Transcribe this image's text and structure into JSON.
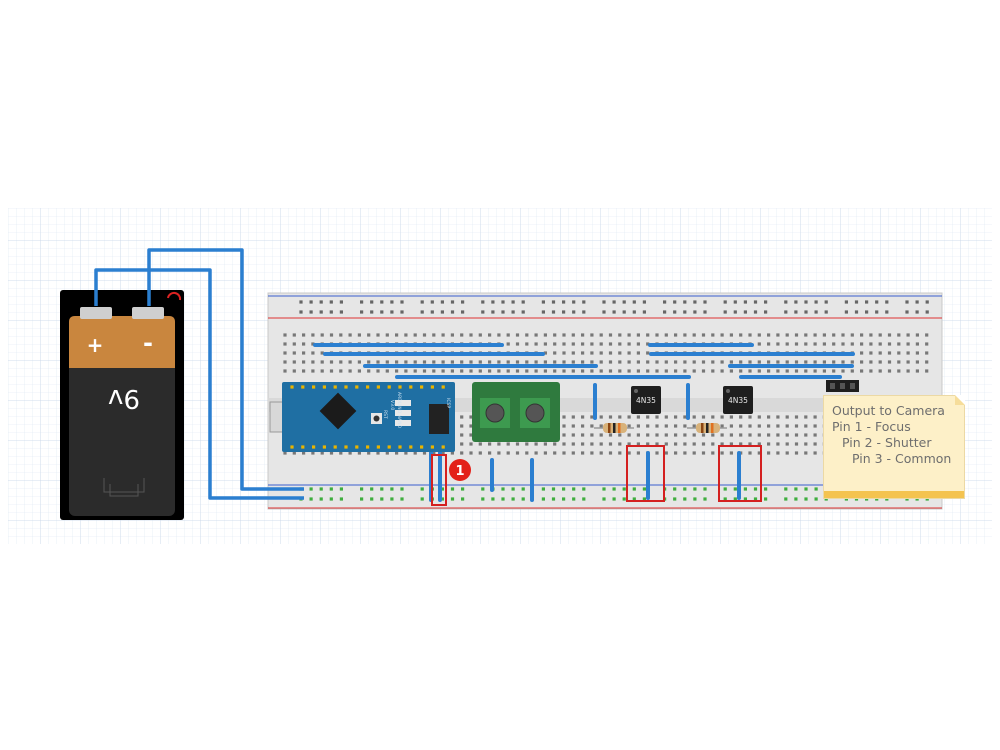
{
  "battery": {
    "voltage_label": "9v",
    "plus_label": "+",
    "minus_label": "-"
  },
  "arduino": {
    "name": "ARDUINO NANO",
    "version": "V3.0",
    "header_label": "ICSP",
    "button_label": "RST"
  },
  "optocouplers": [
    {
      "label": "4N35"
    },
    {
      "label": "4N35"
    }
  ],
  "marker": {
    "label": "1"
  },
  "note": {
    "line1": "Output to Camera",
    "line2": "Pin 1 - Focus",
    "line3": "Pin 2 - Shutter",
    "line4": "Pin 3 - Common"
  },
  "colors": {
    "wire": "#2b7fd0",
    "battery_top": "#c9863e",
    "battery_body": "#2b2b2b",
    "arduino_pcb": "#1f6fa3",
    "button_pcb": "#2f7a3e",
    "highlight": "#d42020",
    "note_bg": "#fdf0c8",
    "note_bar": "#f4c34f"
  }
}
